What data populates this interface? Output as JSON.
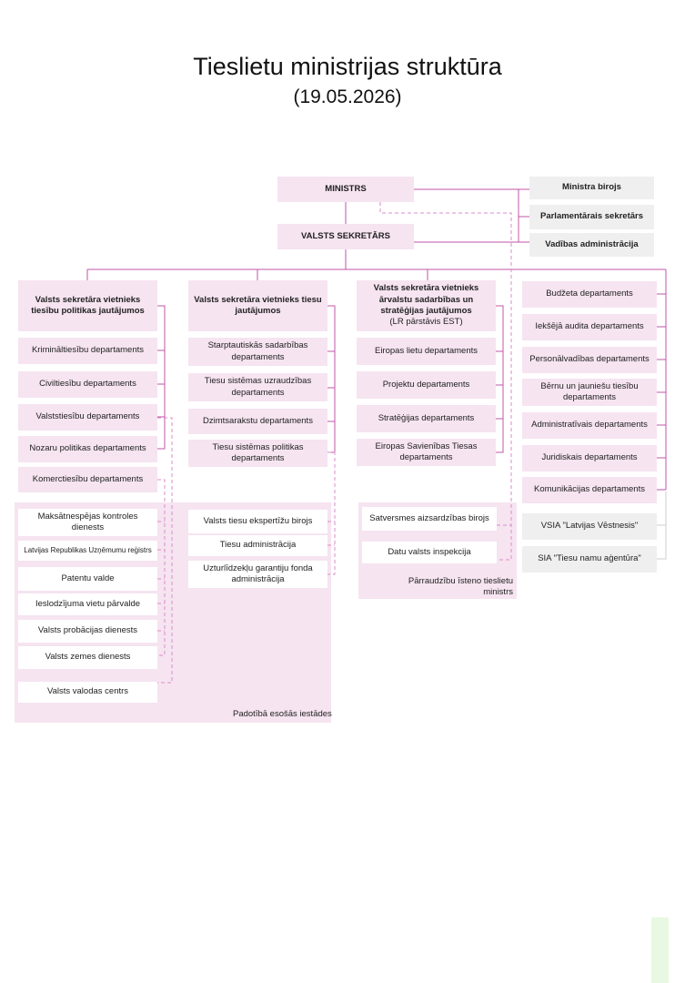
{
  "title": "Tieslietu ministrijas struktūra",
  "subtitle": "(19.05.2026)",
  "colors": {
    "line": "#c054a8",
    "dashed": "#d98ec9",
    "grey_line": "#dddddd",
    "pink": "#f6e4f1",
    "grey": "#efefef"
  },
  "top": {
    "ministrs": "MINISTRS",
    "valsts_sekretars": "VALSTS SEKRETĀRS",
    "ministra_birojs": "Ministra birojs",
    "parlamentarais_sekretars": "Parlamentārais sekretārs",
    "vadibas_administracija": "Vadības administrācija"
  },
  "col1": {
    "head": "Valsts sekretāra vietnieks tiesību politikas jautājumos",
    "items": [
      "Krimināltiesību departaments",
      "Civiltiesību departaments",
      "Valststiesību departaments",
      "Nozaru politikas departaments",
      "Komerctiesību departaments"
    ]
  },
  "col2": {
    "head": "Valsts sekretāra vietnieks tiesu jautājumos",
    "items": [
      "Starptautiskās sadarbības departaments",
      "Tiesu sistēmas uzraudzības departaments",
      "Dzimtsarakstu departaments",
      "Tiesu sistēmas politikas departaments"
    ]
  },
  "col3": {
    "head": "Valsts sekretāra vietnieks ārvalstu sadarbības un stratēģijas jautājumos",
    "head_sub": "(LR pārstāvis EST)",
    "items": [
      "Eiropas lietu departaments",
      "Projektu departaments",
      "Stratēģijas departaments",
      "Eiropas Savienības Tiesas departaments"
    ]
  },
  "col4": {
    "items": [
      "Budžeta departaments",
      "Iekšējā audita departaments",
      "Personālvadības departaments",
      "Bērnu un jauniešu tiesību departaments",
      "Administratīvais departaments",
      "Juridiskais departaments",
      "Komunikācijas departaments"
    ],
    "grey": [
      "VSIA \"Latvijas Vēstnesis\"",
      "SIA \"Tiesu namu aģentūra\""
    ]
  },
  "subordinate": {
    "caption": "Padotībā esošās iestādes",
    "col1": [
      "Maksātnespējas kontroles dienests",
      "Latvijas Republikas Uzņēmumu reģistrs",
      "Patentu valde",
      "Ieslodzījuma vietu pārvalde",
      "Valsts probācijas dienests",
      "Valsts zemes dienests",
      "Valsts valodas centrs"
    ],
    "col2": [
      "Valsts tiesu ekspertīžu birojs",
      "Tiesu administrācija",
      "Uzturlīdzekļu garantiju fonda administrācija"
    ]
  },
  "supervised": {
    "caption": "Pārraudzību īsteno tieslietu ministrs",
    "items": [
      "Satversmes aizsardzības birojs",
      "Datu valsts inspekcija"
    ]
  }
}
